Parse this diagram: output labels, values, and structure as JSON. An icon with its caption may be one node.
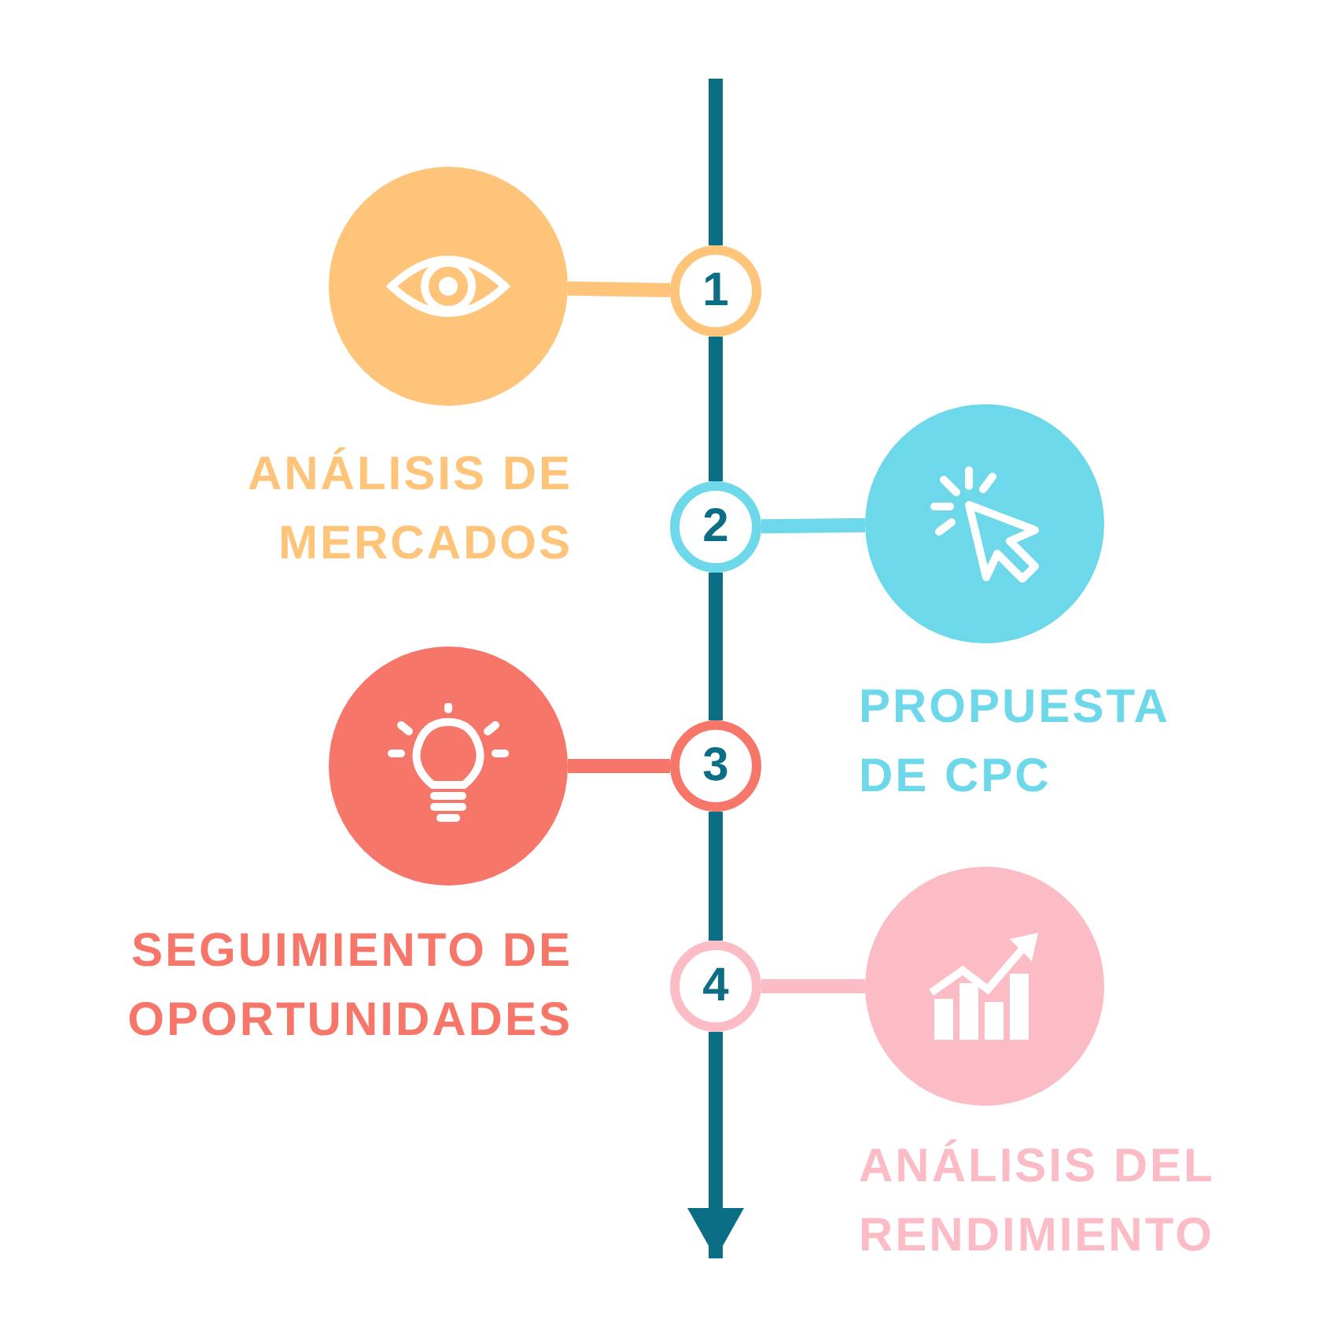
{
  "diagram": {
    "nodes": [
      {
        "text": [],
        "shape": "circle",
        "beside": [
          "ANÁLISIS DE MERCADOS"
        ]
      },
      {
        "text": [
          "1"
        ]
      },
      {
        "text": [
          "2"
        ]
      },
      {
        "text": [],
        "shape": "circle",
        "beside": [
          "PROPUESTA DE CPC"
        ]
      },
      {
        "text": [],
        "shape": "circle",
        "beside": [
          "SEGUIMIENTO DE OPORTUNIDADES"
        ]
      },
      {
        "text": [
          "3"
        ]
      },
      {
        "text": [
          "4"
        ]
      },
      {
        "text": [],
        "shape": "circle",
        "beside": [
          "ANÁLISIS DEL RENDIMIENTO"
        ]
      }
    ],
    "edges": [
      {
        "from": 0,
        "to": 1,
        "arrow": "none",
        "color": "#fdc47a"
      },
      {
        "from": 2,
        "to": 3,
        "arrow": "none",
        "color": "#6cd8ea"
      },
      {
        "from": 4,
        "to": 5,
        "arrow": "none",
        "color": "#f6766a"
      },
      {
        "from": 6,
        "to": 7,
        "arrow": "none",
        "color": "#fbbcc6"
      },
      {
        "from": null,
        "to": 1,
        "arrow": "none"
      },
      {
        "from": 1,
        "to": 2,
        "arrow": "none"
      },
      {
        "from": 2,
        "to": 5,
        "arrow": "none"
      },
      {
        "from": 5,
        "to": 6,
        "arrow": "none"
      },
      {
        "from": 6,
        "to": null,
        "arrow": "to"
      }
    ]
  }
}
